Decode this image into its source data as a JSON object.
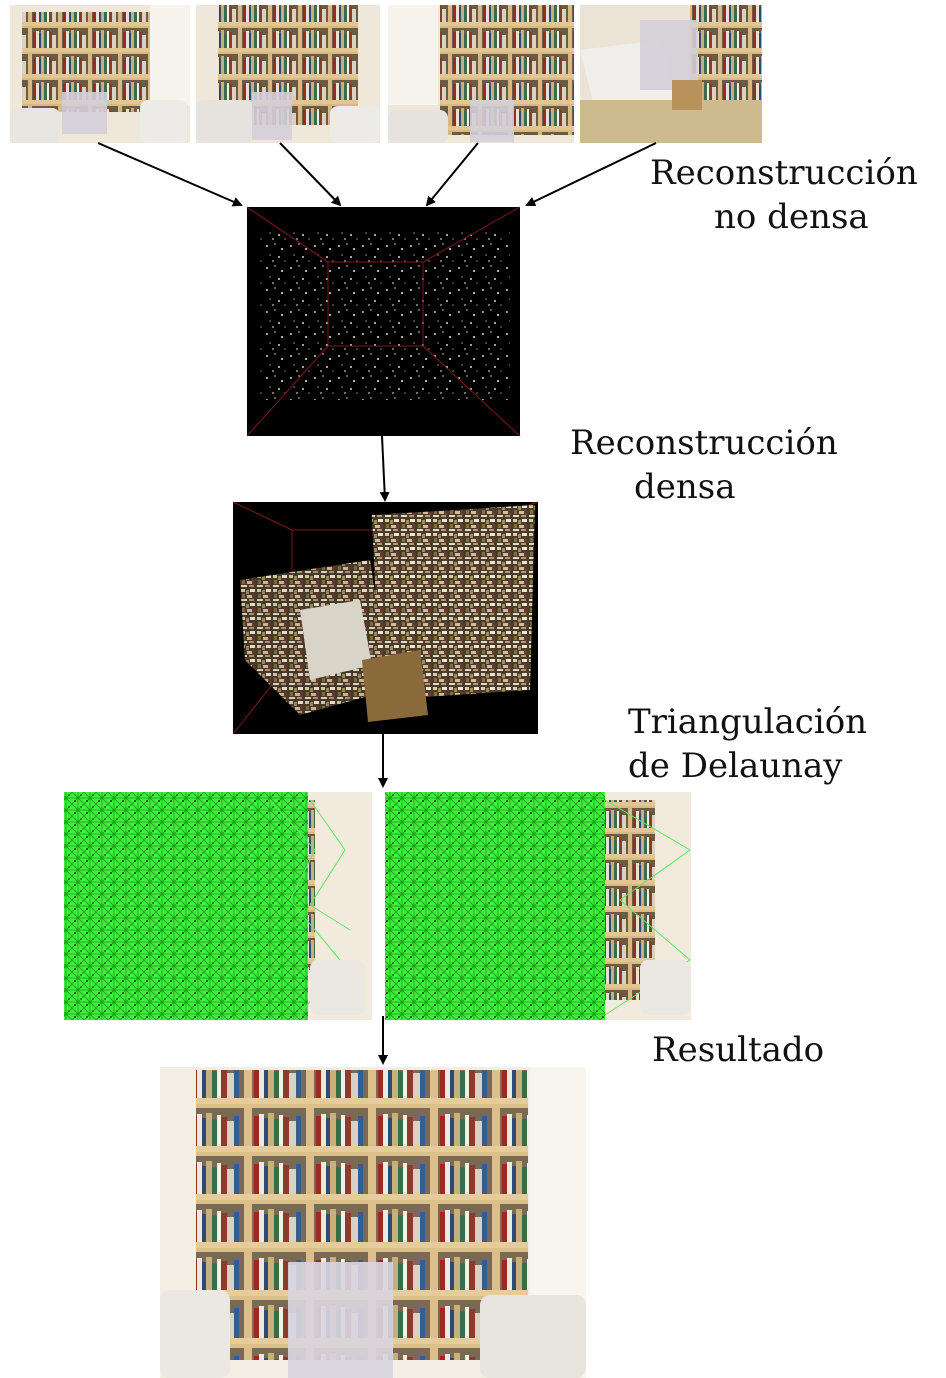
{
  "labels": {
    "sparse": [
      "Reconstrucción",
      "no densa"
    ],
    "dense": [
      "Reconstrucción",
      "densa"
    ],
    "delaunay": [
      "Triangulación",
      "de Delaunay"
    ],
    "result": [
      "Resultado"
    ]
  },
  "images": {
    "inputs": [
      "input-photo-1",
      "input-photo-2",
      "input-photo-3",
      "input-photo-4"
    ],
    "sparse": "sparse-point-cloud",
    "dense": "dense-point-cloud",
    "delaunay": [
      "delaunay-mesh-left",
      "delaunay-mesh-right"
    ],
    "result": "result-render"
  },
  "colors": {
    "wood": "#c9a46b",
    "wall": "#f1ebe0",
    "mesh": "#2ee62e",
    "cloud_bg": "#000000",
    "room_lines": "#7a1a1a"
  }
}
